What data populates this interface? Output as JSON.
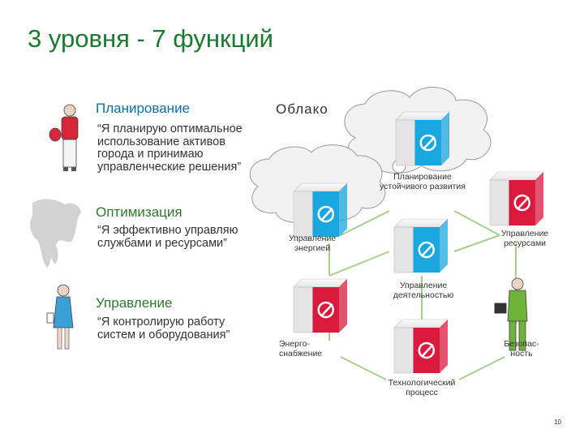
{
  "title": "3 уровня - 7 функций",
  "levels": [
    {
      "title": "Планирование",
      "quote": "“Я планирую оптимальное\nиспользование активов\nгорода и принимаю\nуправленческие решения”"
    },
    {
      "title": "Оптимизация",
      "quote": "“Я эффективно управляю\nслужбами и ресурсами”"
    },
    {
      "title": "Управление",
      "quote": "“Я контролирую работу\nсистем и оборудования”"
    }
  ],
  "cloud_label": "Облако",
  "nodes": [
    {
      "label": "Планирование\nустойчивого развития",
      "icon": "wrench-gear-icon"
    },
    {
      "label": "Управление\nэнергией",
      "icon": "puzzle-icon"
    },
    {
      "label": "Управление\nресурсами",
      "icon": "hand-icon"
    },
    {
      "label": "Управление\nдеятельностью",
      "icon": "tools-icon"
    },
    {
      "label": "Энерго-\nснабжение",
      "icon": "eye-icon"
    },
    {
      "label": "Безопас-\nность",
      "icon": "walking-person-icon"
    },
    {
      "label": "Технологический\nпроцесс",
      "icon": ""
    }
  ],
  "colors": {
    "title_green": "#1a7a2e",
    "level_blue": "#0e6fa8",
    "cube_blue": "#1aa7e0",
    "cube_red": "#d81a3c",
    "cube_grey": "#e4e4e4"
  },
  "page_number": "10"
}
